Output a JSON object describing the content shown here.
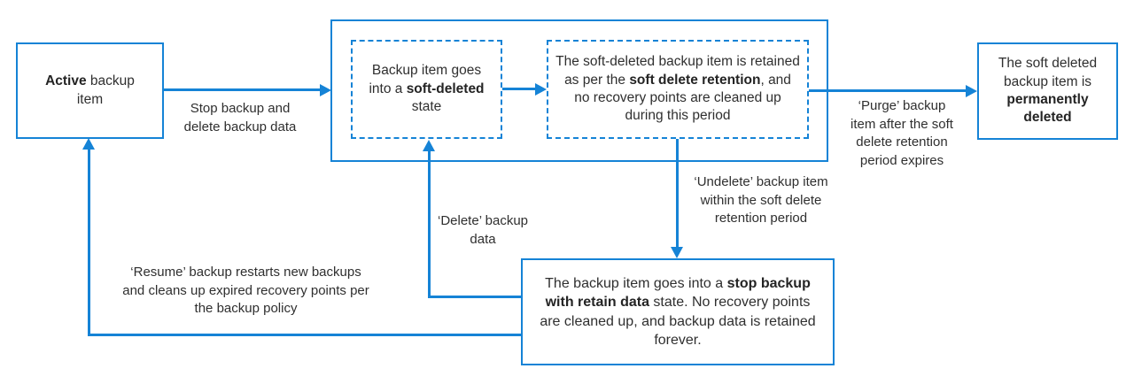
{
  "colors": {
    "accent": "#1583d6",
    "text": "#2f2f2f",
    "background": "#ffffff"
  },
  "nodes": {
    "active": {
      "segments": [
        {
          "t": "Active",
          "b": true
        },
        {
          "t": " backup item",
          "b": false
        }
      ]
    },
    "soft_deleted_state": {
      "segments": [
        {
          "t": "Backup item goes into a ",
          "b": false
        },
        {
          "t": "soft-deleted",
          "b": true
        },
        {
          "t": " state",
          "b": false
        }
      ]
    },
    "retention": {
      "segments": [
        {
          "t": "The soft-deleted backup item is retained as per the ",
          "b": false
        },
        {
          "t": "soft delete retention",
          "b": true
        },
        {
          "t": ", and no recovery points are cleaned up during this period",
          "b": false
        }
      ]
    },
    "permanently_deleted": {
      "segments": [
        {
          "t": "The soft deleted backup item is ",
          "b": false
        },
        {
          "t": "permanently deleted",
          "b": true
        }
      ]
    },
    "stop_backup_retain": {
      "segments": [
        {
          "t": "The backup item goes into a ",
          "b": false
        },
        {
          "t": "stop backup with retain data",
          "b": true
        },
        {
          "t": " state. No recovery points are cleaned up, and backup data is retained forever.",
          "b": false
        }
      ]
    }
  },
  "edges": {
    "stop_backup": "Stop backup and delete  backup data",
    "purge": "‘Purge’ backup item after the soft delete retention period expires",
    "undelete": "‘Undelete’ backup item within the soft delete retention period",
    "delete": "‘Delete’ backup data",
    "resume": "‘Resume’ backup restarts new backups and cleans up expired recovery points per the backup policy"
  }
}
